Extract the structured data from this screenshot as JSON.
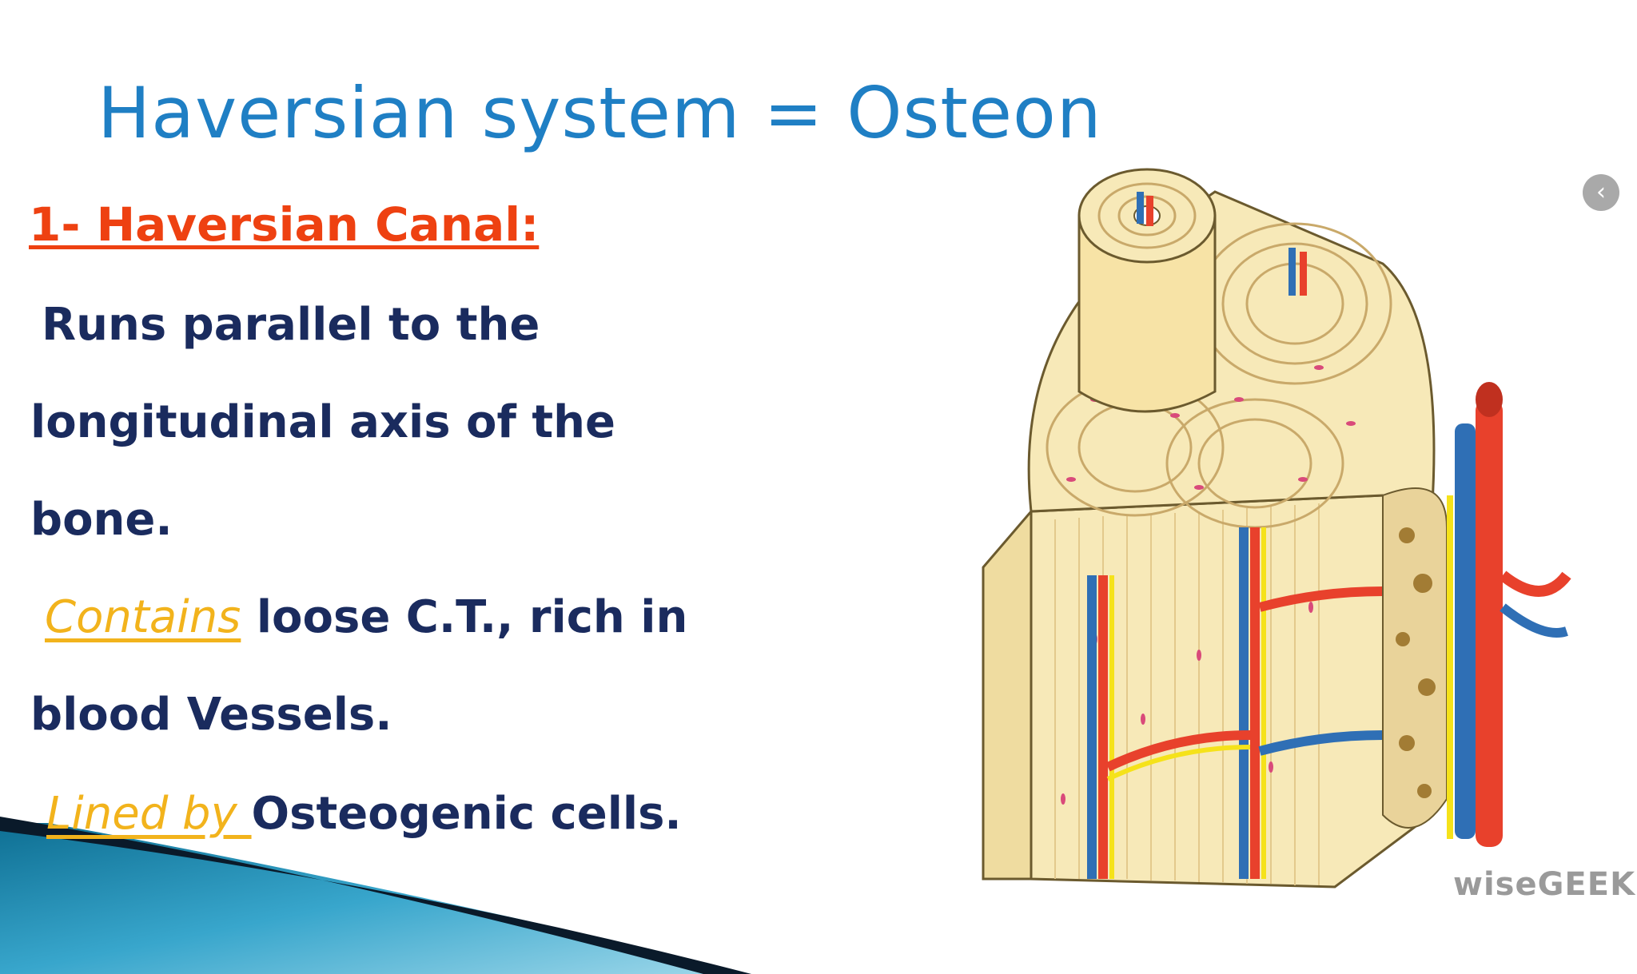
{
  "slide": {
    "title": "Haversian system = Osteon",
    "heading": "1- Haversian Canal:",
    "lines": [
      {
        "text": "Runs parallel to the"
      },
      {
        "text": "longitudinal  axis of the"
      },
      {
        "text": "bone."
      },
      {
        "keyword": "Contains",
        "text": " loose C.T., rich in"
      },
      {
        "text": "blood Vessels."
      },
      {
        "keyword": "Lined by ",
        "text": "Osteogenic cells."
      }
    ],
    "watermark": "wiseGEEK",
    "nav_button_glyph": "‹"
  },
  "colors": {
    "title": "#1f7fc4",
    "heading": "#ee4111",
    "body_text": "#1a2b5e",
    "keyword": "#f2b31c",
    "watermark": "#9a9a9a",
    "bone": "#f7e9b8",
    "lamella_line": "#c9a96a",
    "artery": "#e8412c",
    "vein": "#2f6fb5",
    "nerve": "#f5e21a",
    "osteocyte": "#d94a7a",
    "corner_teal": "#2a8fb3",
    "corner_dark": "#0a1a2a"
  },
  "icons": {
    "nav_button": "chevron-left-icon",
    "illustration": "osteon-diagram-icon",
    "corner_decoration": "wave-decoration"
  }
}
